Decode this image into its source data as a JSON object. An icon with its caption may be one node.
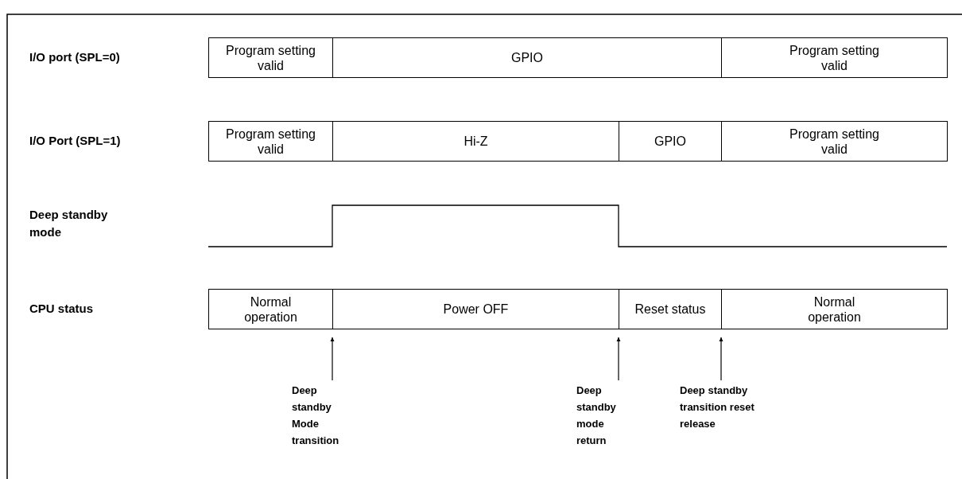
{
  "diagram": {
    "nodes": [
      {
        "text": [
          "Program setting valid"
        ]
      },
      {
        "text": [
          "GPIO"
        ]
      },
      {
        "text": [
          "Program setting valid"
        ]
      },
      {
        "text": [
          "Program setting valid"
        ]
      },
      {
        "text": [
          "Hi-Z"
        ]
      },
      {
        "text": [
          "GPIO"
        ]
      },
      {
        "text": [
          "Program setting valid"
        ]
      },
      {
        "text": [
          "Normal operation"
        ]
      },
      {
        "text": [
          "Power OFF"
        ]
      },
      {
        "text": [
          "Reset status"
        ]
      },
      {
        "text": [
          "Normal operation"
        ]
      },
      {
        "text": [
          "Deep standby Mode transition"
        ]
      },
      {
        "text": [
          "Deep standby mode return"
        ]
      },
      {
        "text": [
          "Deep standby transition reset release"
        ]
      }
    ],
    "edges": [
      {
        "from": 11,
        "to": 7,
        "arrow": "to"
      },
      {
        "from": 12,
        "to": 9,
        "arrow": "to"
      },
      {
        "from": 13,
        "to": 9,
        "arrow": "to"
      }
    ],
    "labels": [
      "I/O port (SPL=0)",
      "I/O Port (SPL=1)",
      "Deep standby mode",
      "CPU status"
    ]
  }
}
